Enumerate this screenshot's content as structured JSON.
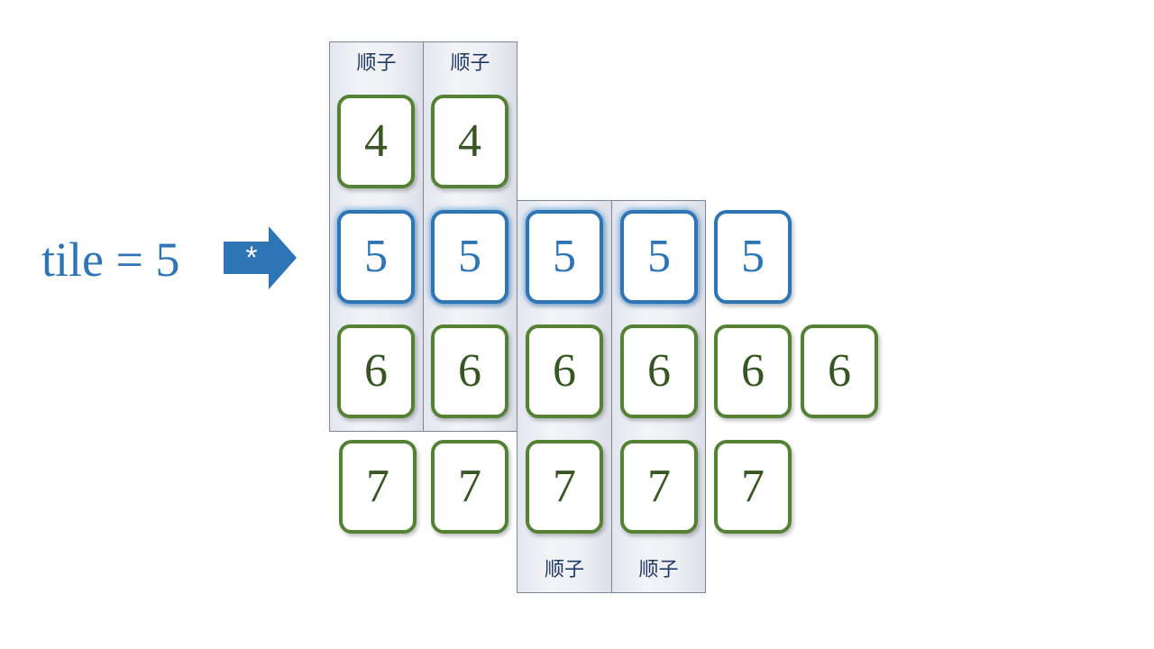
{
  "label": "tile = 5",
  "arrow_glyph": "*",
  "column_label": "顺子",
  "rows": [
    {
      "value": "4",
      "color": "#548235",
      "count": 2
    },
    {
      "value": "5",
      "color": "#2e75b6",
      "count": 5
    },
    {
      "value": "6",
      "color": "#548235",
      "count": 6
    },
    {
      "value": "7",
      "color": "#548235",
      "count": 5
    }
  ],
  "colors": {
    "blue": "#2e75b6",
    "green": "#548235",
    "green_text": "#375623",
    "column_label": "#1f3864"
  }
}
